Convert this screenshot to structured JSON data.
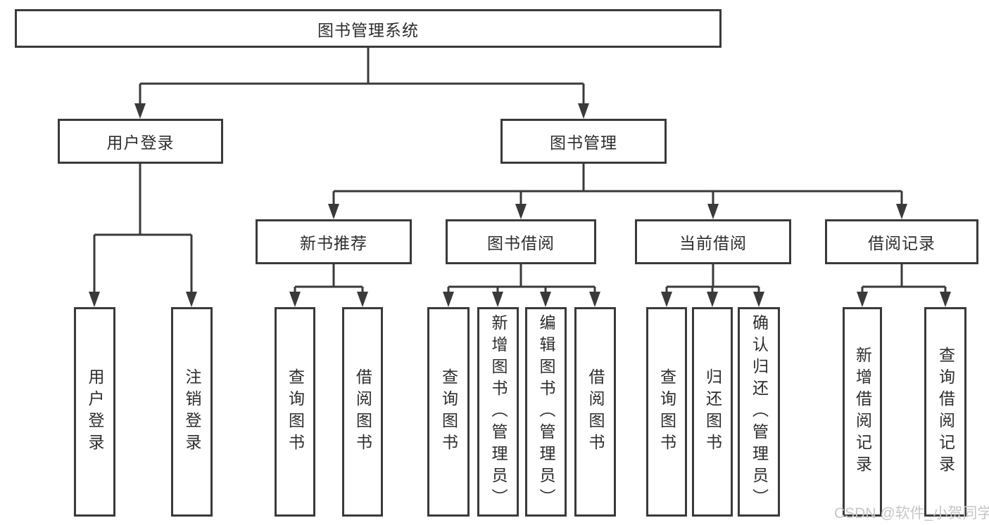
{
  "tree": {
    "root": "图书管理系统",
    "branches": [
      {
        "label": "用户登录",
        "children": [
          "用户登录",
          "注销登录"
        ]
      },
      {
        "label": "图书管理",
        "groups": [
          {
            "label": "新书推荐",
            "children": [
              "查询图书",
              "借阅图书"
            ]
          },
          {
            "label": "图书借阅",
            "children": [
              "查询图书",
              "新增图书（管理员）",
              "编辑图书（管理员）",
              "借阅图书"
            ]
          },
          {
            "label": "当前借阅",
            "children": [
              "查询图书",
              "归还图书",
              "确认归还（管理员）"
            ]
          },
          {
            "label": "借阅记录",
            "children": [
              "新增借阅记录",
              "查询借阅记录"
            ]
          }
        ]
      }
    ]
  },
  "watermark": {
    "text": "CSDN @软件_小贺同学"
  },
  "colors": {
    "line": "#3a3a3a",
    "text": "#2d2d2d",
    "watermark": "#c6c6c6",
    "background": "#ffffff"
  }
}
